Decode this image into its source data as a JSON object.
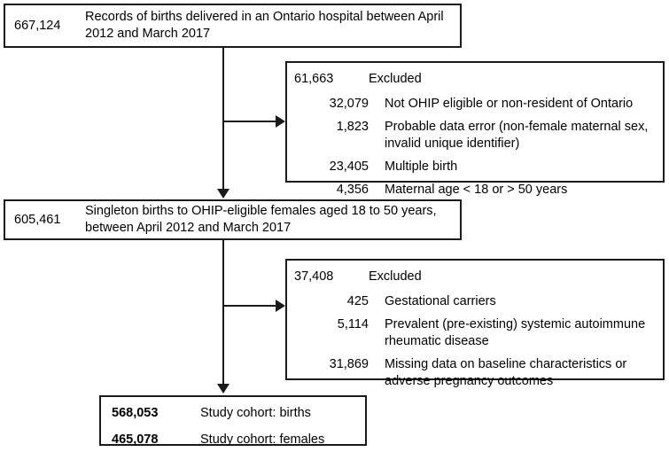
{
  "diagram": {
    "title": "Study cohort flow diagram",
    "line_color": "#1a1a1a",
    "background": "#ffffff"
  },
  "nodes": {
    "source": {
      "count": "667,124",
      "text": "Records of births delivered in an Ontario hospital between April 2012 and March 2017"
    },
    "exclusion_1": {
      "count": "61,663",
      "label": "Excluded",
      "reasons": [
        {
          "count": "32,079",
          "label": "Not OHIP eligible or non-resident of Ontario"
        },
        {
          "count": "1,823",
          "label": "Probable data error (non-female maternal sex, invalid unique identifier)"
        },
        {
          "count": "23,405",
          "label": "Multiple birth"
        },
        {
          "count": "4,356",
          "label": "Maternal age < 18 or > 50 years"
        }
      ]
    },
    "intermediate": {
      "count": "605,461",
      "text": "Singleton births to OHIP-eligible females aged 18 to 50 years, between April 2012 and March 2017"
    },
    "exclusion_2": {
      "count": "37,408",
      "label": "Excluded",
      "reasons": [
        {
          "count": "425",
          "label": "Gestational carriers"
        },
        {
          "count": "5,114",
          "label": "Prevalent (pre-existing) systemic autoimmune rheumatic disease"
        },
        {
          "count": "31,869",
          "label": "Missing data on baseline characteristics or adverse pregnancy outcomes"
        }
      ]
    },
    "final": {
      "rows": [
        {
          "count": "568,053",
          "label": "Study cohort: births"
        },
        {
          "count": "465,078",
          "label": "Study cohort: females"
        }
      ]
    }
  }
}
